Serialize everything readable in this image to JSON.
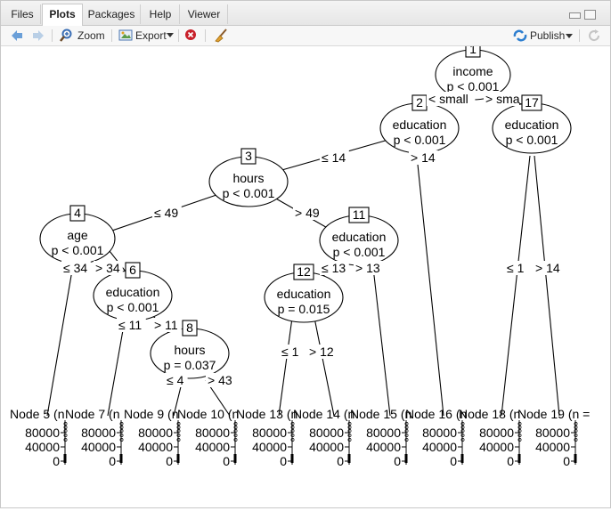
{
  "tabs": [
    "Files",
    "Plots",
    "Packages",
    "Help",
    "Viewer"
  ],
  "active_tab": "Plots",
  "toolbar": {
    "zoom_label": "Zoom",
    "export_label": "Export",
    "publish_label": "Publish"
  },
  "icons": [
    "back-arrow-icon",
    "forward-arrow-icon",
    "zoom-icon",
    "export-icon",
    "remove-plot-icon",
    "broom-icon",
    "publish-icon",
    "refresh-icon",
    "minimize-icon",
    "maximize-icon"
  ],
  "colors": {
    "accent": "#2e7fd0",
    "remove": "#c8202a",
    "line": "#000000"
  },
  "tree": {
    "nodes": [
      {
        "id": 1,
        "var": "income",
        "p": "p < 0.001"
      },
      {
        "id": 2,
        "var": "education",
        "p": "p < 0.001"
      },
      {
        "id": 3,
        "var": "hours",
        "p": "p < 0.001"
      },
      {
        "id": 4,
        "var": "age",
        "p": "p < 0.001"
      },
      {
        "id": 6,
        "var": "education",
        "p": "p < 0.001"
      },
      {
        "id": 8,
        "var": "hours",
        "p": "p = 0.037"
      },
      {
        "id": 11,
        "var": "education",
        "p": "p < 0.001"
      },
      {
        "id": 12,
        "var": "education",
        "p": "p = 0.015"
      },
      {
        "id": 17,
        "var": "education",
        "p": "p < 0.001"
      }
    ],
    "edge_labels": [
      "< small",
      "> sma",
      "≤ 14",
      "> 14",
      "≤ 49",
      "> 49",
      "≤ 34",
      "> 34",
      "≤ 11",
      "> 11",
      "≤ 4",
      "> 43",
      "≤ 13",
      "> 13",
      "≤ 1",
      "> 12",
      "≤ 1",
      "> 14"
    ],
    "leaves": [
      "Node 5 (n",
      "Node 7 (n",
      "Node 9 (n",
      "Node 10 (n",
      "Node 13 (n",
      "Node 14 (n",
      "Node 15 (n",
      "Node 16 (n",
      "Node 18 (n",
      "Node 19 (n ="
    ],
    "axis_ticks": [
      "80000",
      "40000",
      "0"
    ]
  }
}
